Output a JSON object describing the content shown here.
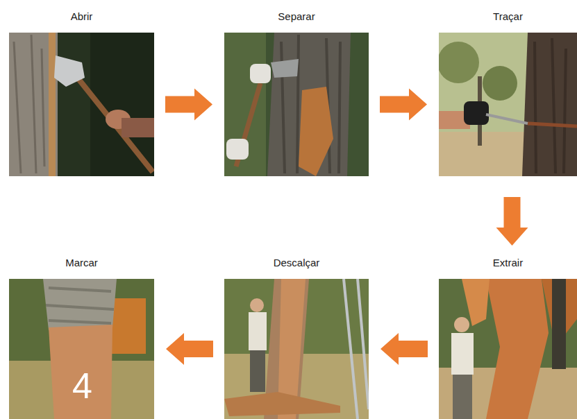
{
  "diagram": {
    "nodes": [
      {
        "text": [
          "Abrir"
        ]
      },
      {
        "text": [
          "Separar"
        ]
      },
      {
        "text": [
          "Traçar"
        ]
      },
      {
        "text": [
          "Extrair"
        ]
      },
      {
        "text": [
          "Descalçar"
        ]
      },
      {
        "text": [
          "Marcar"
        ]
      }
    ],
    "edges": [
      {
        "from": 0,
        "to": 1,
        "arrow": "to"
      },
      {
        "from": 1,
        "to": 2,
        "arrow": "to"
      },
      {
        "from": 2,
        "to": 3,
        "arrow": "to"
      },
      {
        "from": 3,
        "to": 4,
        "arrow": "to"
      },
      {
        "from": 4,
        "to": 5,
        "arrow": "to"
      }
    ],
    "labels": [
      "4"
    ]
  }
}
